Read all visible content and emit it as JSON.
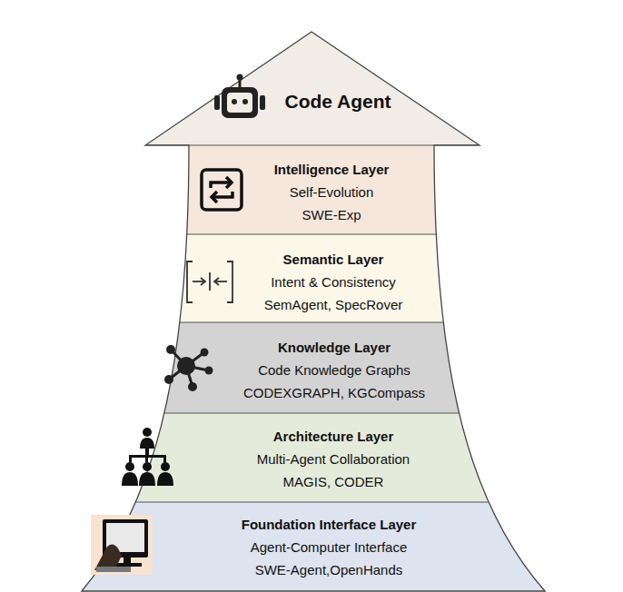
{
  "diagram": {
    "nodes": [
      {
        "text": [
          "Code Agent"
        ]
      },
      {
        "text": [
          "Intelligence Layer",
          "Self-Evolution",
          "SWE-Exp"
        ]
      },
      {
        "text": [
          "Semantic Layer",
          "Intent & Consistency",
          "SemAgent, SpecRover"
        ]
      },
      {
        "text": [
          "Knowledge Layer",
          "Code Knowledge Graphs",
          "CODEXGRAPH, KGCompass"
        ]
      },
      {
        "text": [
          "Architecture Layer",
          "Multi-Agent Collaboration",
          "MAGIS, CODER"
        ]
      },
      {
        "text": [
          "Foundation Interface Layer",
          "Agent-Computer Interface",
          "SWE-Agent,OpenHands"
        ]
      }
    ]
  }
}
